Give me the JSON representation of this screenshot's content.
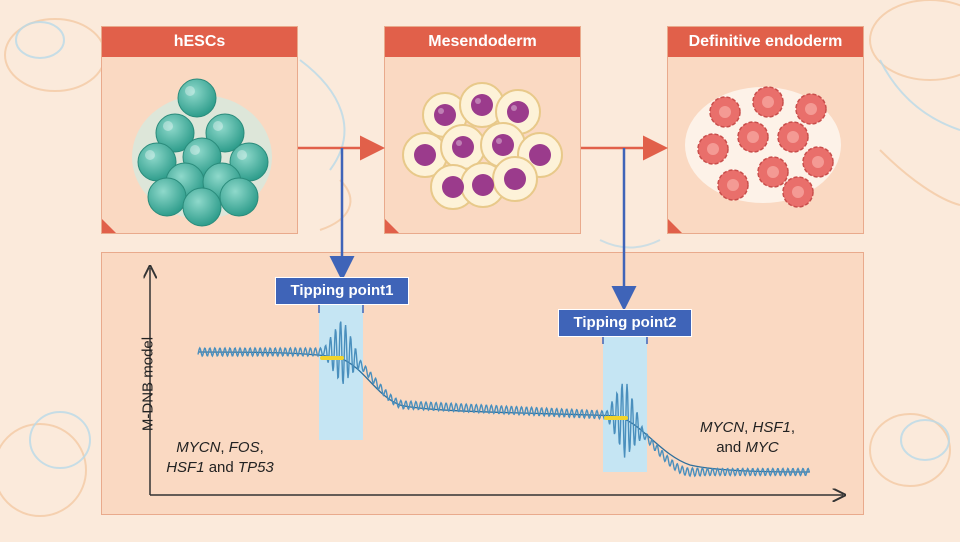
{
  "stages": [
    {
      "label": "hESCs"
    },
    {
      "label": "Mesendoderm"
    },
    {
      "label": "Definitive endoderm"
    }
  ],
  "model": {
    "ylabel": "M-DNB model",
    "tipping_points": [
      {
        "label": "Tipping point1"
      },
      {
        "label": "Tipping point2"
      }
    ],
    "genes_left": {
      "g1": "MYCN",
      "sep1": ", ",
      "g2": "FOS",
      "sep2": ",",
      "g3": "HSF1",
      "and": " and ",
      "g4": "TP53"
    },
    "genes_right": {
      "g1": "MYCN",
      "sep1": ", ",
      "g2": "HSF1",
      "sep2": ",",
      "and": "and ",
      "g3": "MYC"
    }
  },
  "colors": {
    "header": "#e1604a",
    "box": "#fad9c2",
    "arrow_orange": "#e1604a",
    "arrow_blue": "#3f64b8",
    "stem_cell": "#4db8a6",
    "mesendoderm_nucleus": "#9b3b8c",
    "endoderm_cell": "#e96f6b",
    "signal": "#4a8fbd",
    "tipping_window": "#bfe6f8"
  }
}
